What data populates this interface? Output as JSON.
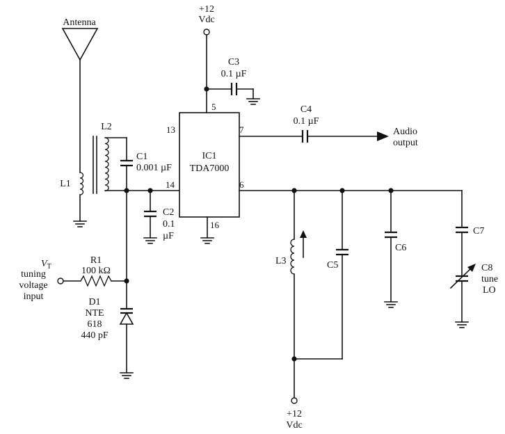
{
  "labels": {
    "antenna": "Antenna",
    "supply_top_1": "+12",
    "supply_top_2": "Vdc",
    "supply_bottom_1": "+12",
    "supply_bottom_2": "Vdc",
    "c3_name": "C3",
    "c3_value": "0.1 µF",
    "c4_name": "C4",
    "c4_value": "0.1 µF",
    "audio_1": "Audio",
    "audio_2": "output",
    "l2": "L2",
    "l1": "L1",
    "c1_name": "C1",
    "c1_value": "0.001 µF",
    "c2_name": "C2",
    "c2_value_1": "0.1",
    "c2_value_2": "µF",
    "ic_name": "IC1",
    "ic_part": "TDA7000",
    "pin_13": "13",
    "pin_5": "5",
    "pin_7": "7",
    "pin_14": "14",
    "pin_6": "6",
    "pin_16": "16",
    "vt_1": "V",
    "vt_sub": "T",
    "vt_2": "tuning",
    "vt_3": "voltage",
    "vt_4": "input",
    "r1_name": "R1",
    "r1_value": "100 kΩ",
    "d1_name": "D1",
    "d1_value_1": "NTE",
    "d1_value_2": "618",
    "d1_value_3": "440 pF",
    "l3": "L3",
    "c5": "C5",
    "c6": "C6",
    "c7": "C7",
    "c8_name": "C8",
    "c8_value_1": "tune",
    "c8_value_2": "LO"
  }
}
